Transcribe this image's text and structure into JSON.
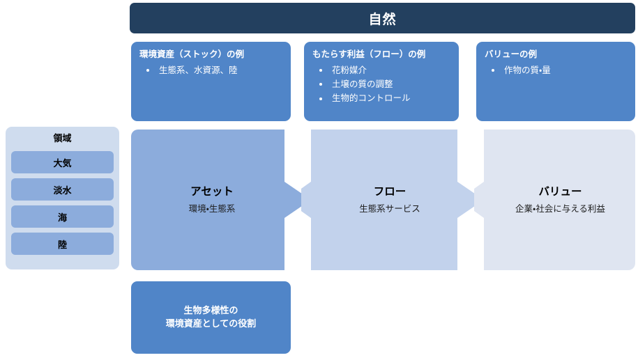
{
  "banner": {
    "title": "自然"
  },
  "examples": [
    {
      "name": "asset-examples",
      "title": "環境資産（ストック）の例",
      "bullets": [
        "生態系、水資源、陸"
      ]
    },
    {
      "name": "flow-examples",
      "title": "もたらす利益（フロー）の例",
      "bullets": [
        "花粉媒介",
        "土壌の質の調整",
        "生物的コントロール"
      ]
    },
    {
      "name": "value-examples",
      "title": "バリューの例",
      "bullets": [
        "作物の質・量"
      ]
    }
  ],
  "domain_panel": {
    "header": "領域",
    "items": [
      "大気",
      "淡水",
      "海",
      "陸"
    ]
  },
  "chevrons": [
    {
      "name": "asset",
      "title": "アセット",
      "subtitle": "環境・生態系"
    },
    {
      "name": "flow",
      "title": "フロー",
      "subtitle": "生態系サービス"
    },
    {
      "name": "value",
      "title": "バリュー",
      "subtitle": "企業・社会に与える利益"
    }
  ],
  "bottom_card": {
    "text": "生物多様性の\n環境資産としての役割"
  },
  "colors": {
    "banner_navy": "#23405f",
    "card_blue": "#5085c8",
    "chevron_asset": "#8cacdc",
    "chevron_flow": "#c2d2ec",
    "chevron_value": "#dfe5f1",
    "domain_panel_bg": "#cfdcee",
    "domain_item_bg": "#8cacdc",
    "text_white": "#ffffff",
    "text_dark": "#000000"
  }
}
